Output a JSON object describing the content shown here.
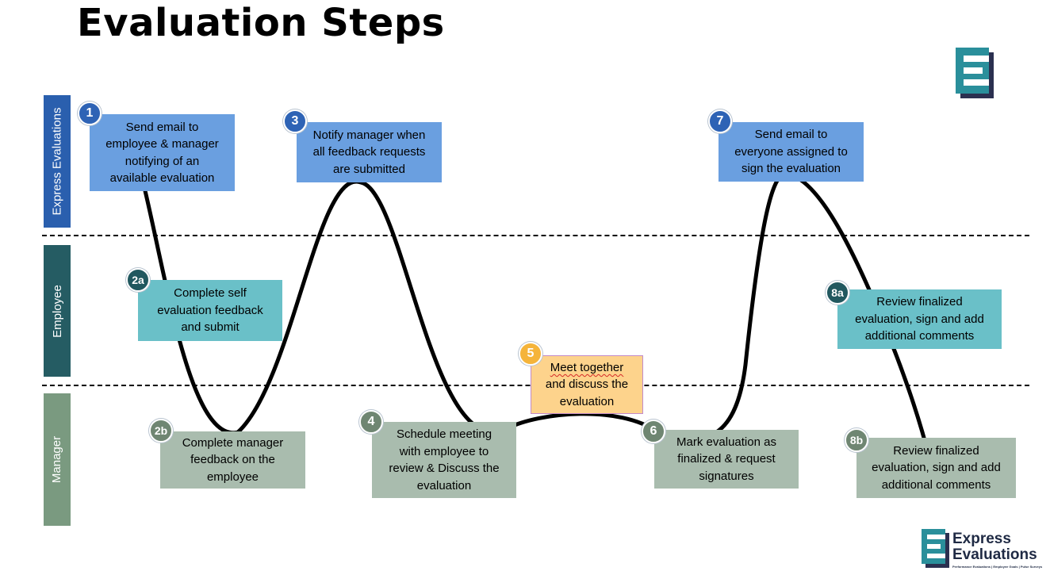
{
  "title": "Evaluation Steps",
  "lanes": [
    {
      "label": "Express Evaluations",
      "color": "#2a5fae"
    },
    {
      "label": "Employee",
      "color": "#255c63"
    },
    {
      "label": "Manager",
      "color": "#7a9a80"
    }
  ],
  "steps": [
    {
      "badge": "1",
      "lines": [
        "Send email to",
        "employee & manager",
        "notifying of an",
        "available evaluation"
      ]
    },
    {
      "badge": "2a",
      "lines": [
        "Complete self",
        "evaluation feedback",
        "and submit"
      ]
    },
    {
      "badge": "2b",
      "lines": [
        "Complete manager",
        "feedback on the",
        "employee"
      ]
    },
    {
      "badge": "3",
      "lines": [
        "Notify manager when",
        "all feedback requests",
        "are submitted"
      ]
    },
    {
      "badge": "4",
      "lines": [
        "Schedule meeting",
        "with employee to",
        "review & Discuss the",
        "evaluation"
      ]
    },
    {
      "badge": "5",
      "lines": [
        "Meet together",
        "and discuss the",
        "evaluation"
      ]
    },
    {
      "badge": "6",
      "lines": [
        "Mark evaluation as",
        "finalized & request",
        "signatures"
      ]
    },
    {
      "badge": "7",
      "lines": [
        "Send email to",
        "everyone assigned to",
        "sign the evaluation"
      ]
    },
    {
      "badge": "8a",
      "lines": [
        "Review finalized",
        "evaluation, sign and add",
        "additional comments"
      ]
    },
    {
      "badge": "8b",
      "lines": [
        "Review finalized",
        "evaluation, sign and add",
        "additional comments"
      ]
    }
  ],
  "logo": {
    "line1": "Express",
    "line2": "Evaluations",
    "tagline": "Performance Evaluations | Employee Goals | Pulse Surveys"
  },
  "colors": {
    "express": "#6a9fe0",
    "employee": "#6ac0c8",
    "manager": "#a9bcae",
    "meeting": "#fdd38c"
  }
}
